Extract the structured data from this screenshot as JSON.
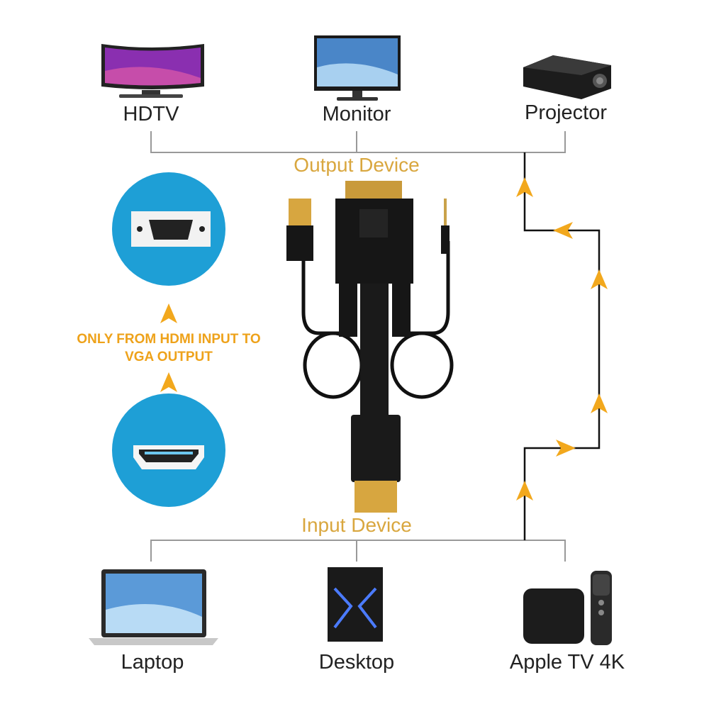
{
  "output_devices": [
    {
      "label": "HDTV",
      "icon": "curved-tv-icon"
    },
    {
      "label": "Monitor",
      "icon": "monitor-icon"
    },
    {
      "label": "Projector",
      "icon": "projector-icon"
    }
  ],
  "output_heading": "Output Device",
  "input_heading": "Input Device",
  "input_devices": [
    {
      "label": "Laptop",
      "icon": "laptop-icon"
    },
    {
      "label": "Desktop",
      "icon": "desktop-tower-icon"
    },
    {
      "label": "Apple TV 4K",
      "icon": "apple-tv-icon"
    }
  ],
  "note": {
    "line1": "ONLY FROM HDMI INPUT TO",
    "line2": "VGA OUTPUT"
  },
  "colors": {
    "accent": "#f2a81d",
    "heading": "#d9a73f",
    "circle": "#1e9fd6",
    "line": "#888888"
  }
}
